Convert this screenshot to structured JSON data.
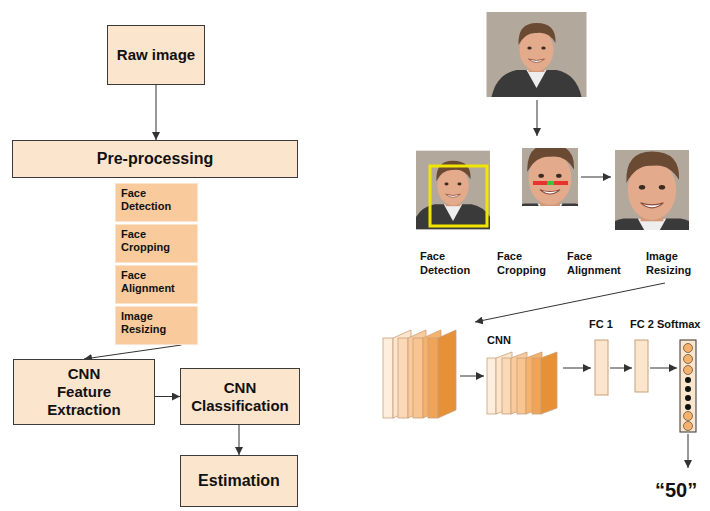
{
  "diagram": {
    "nodes": [
      {
        "text": [
          "Raw image"
        ]
      },
      {
        "text": [
          "Pre-processing"
        ]
      },
      {
        "text": [
          "Face Detection"
        ]
      },
      {
        "text": [
          "Face Cropping"
        ]
      },
      {
        "text": [
          "Face Alignment"
        ]
      },
      {
        "text": [
          "Image Resizing"
        ]
      },
      {
        "text": [
          "CNN Feature Extraction"
        ]
      },
      {
        "text": [
          "CNN Classification"
        ]
      },
      {
        "text": [
          "Estimation"
        ]
      }
    ],
    "edges": [
      {
        "from": 0,
        "to": 1,
        "arrow": "to"
      },
      {
        "from": 5,
        "to": 6,
        "arrow": "to"
      },
      {
        "from": 6,
        "to": 7,
        "arrow": "to"
      },
      {
        "from": 7,
        "to": 8,
        "arrow": "to"
      }
    ],
    "labels": [
      "Face Detection",
      "Face Cropping",
      "Face Alignment",
      "Image Resizing",
      "CNN",
      "FC 1",
      "FC 2",
      "Softmax",
      "“50”"
    ]
  }
}
